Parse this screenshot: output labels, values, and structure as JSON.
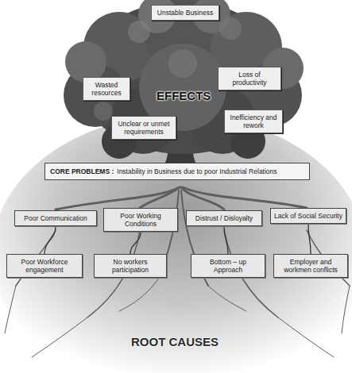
{
  "diagram": {
    "nodes": [
      {
        "text": [
          "Unstable Business"
        ]
      },
      {
        "text": [
          "Loss of productivity"
        ]
      },
      {
        "text": [
          "Wasted resources"
        ]
      },
      {
        "text": [
          "Unclear or unmet requirements"
        ]
      },
      {
        "text": [
          "Inefficiency and rework"
        ]
      },
      {
        "text": [
          "CORE PROBLEMS :",
          "Instability in Business due to poor Industrial Relations"
        ]
      },
      {
        "text": [
          "Poor Communication"
        ]
      },
      {
        "text": [
          "Poor Working Conditions"
        ]
      },
      {
        "text": [
          "Distrust / Disloyalty"
        ]
      },
      {
        "text": [
          "Lack of Social Security"
        ]
      },
      {
        "text": [
          "Poor Workforce engagement"
        ]
      },
      {
        "text": [
          "No workers participation"
        ]
      },
      {
        "text": [
          "Bottom – up Approach"
        ]
      },
      {
        "text": [
          "Employer and workmen conflicts"
        ]
      }
    ],
    "edges": [
      {
        "from": 6,
        "to": 10,
        "arrow": "none"
      },
      {
        "from": 7,
        "to": 11,
        "arrow": "none"
      },
      {
        "from": 8,
        "to": 12,
        "arrow": "none"
      },
      {
        "from": 9,
        "to": 13,
        "arrow": "none"
      }
    ],
    "labels": [
      "EFFECTS",
      "ROOT CAUSES"
    ]
  }
}
